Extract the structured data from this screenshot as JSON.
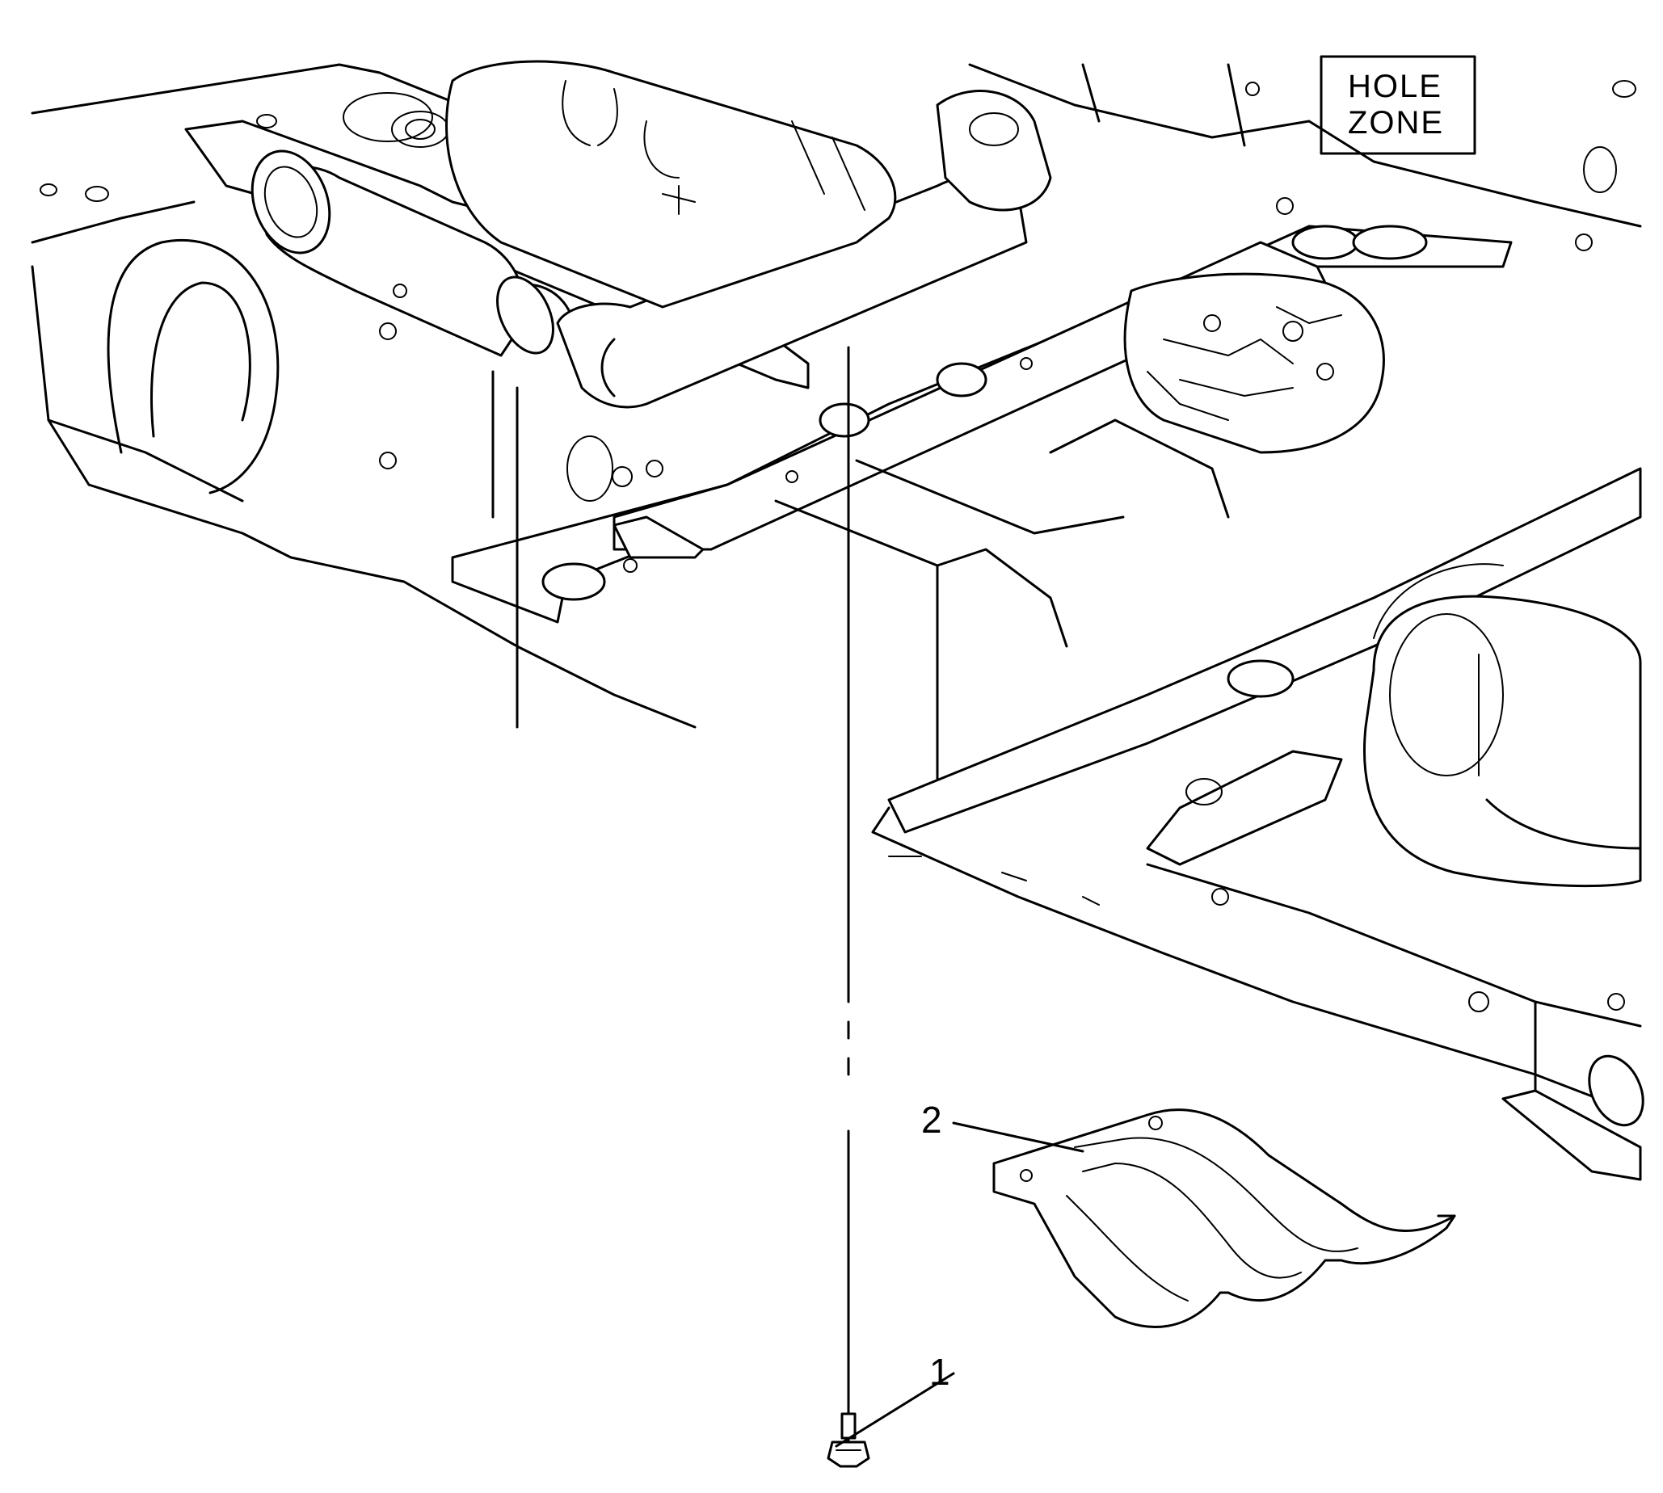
{
  "figure": {
    "callouts": [
      {
        "number": "1",
        "target": "bolt"
      },
      {
        "number": "2",
        "target": "shield"
      }
    ],
    "decal_text_line1": "HOLE",
    "decal_text_line2": "ZONE"
  },
  "colors": {
    "line": "#000000",
    "background": "#ffffff"
  }
}
